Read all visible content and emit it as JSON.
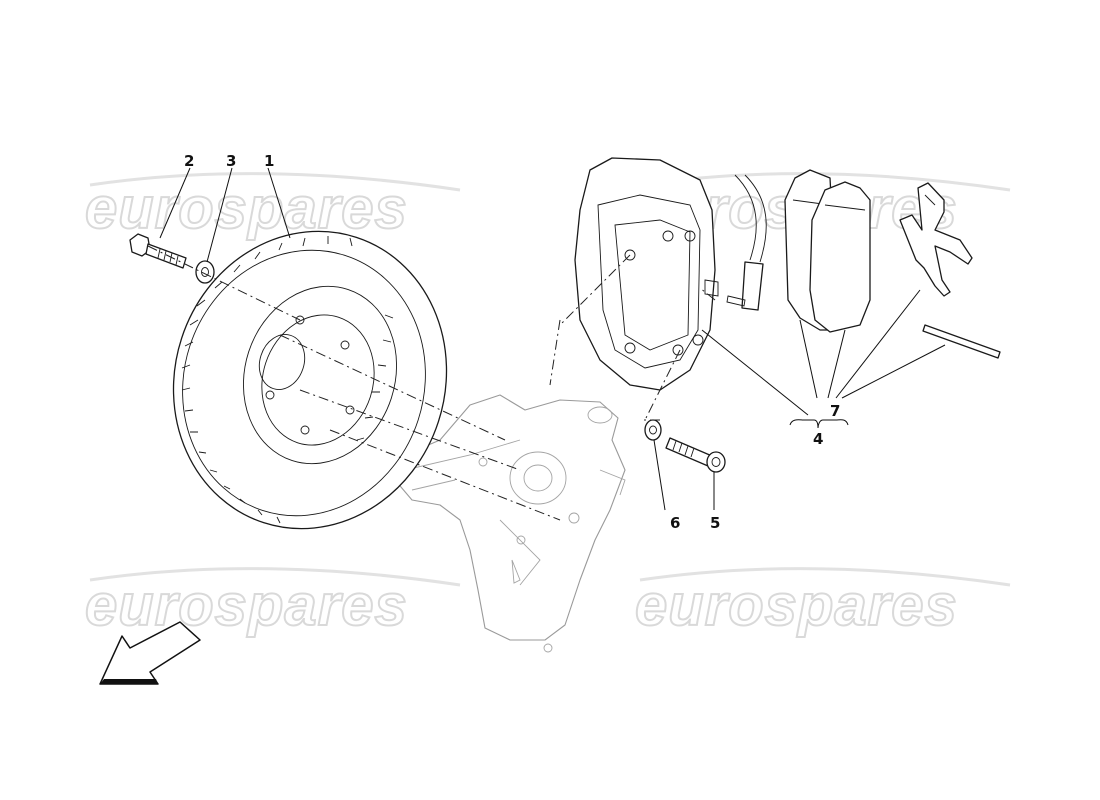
{
  "watermark": {
    "text": "eurospares"
  },
  "callouts": [
    {
      "id": "1",
      "text": "1"
    },
    {
      "id": "2",
      "text": "2"
    },
    {
      "id": "3",
      "text": "3"
    },
    {
      "id": "4",
      "text": "4"
    },
    {
      "id": "5",
      "text": "5"
    },
    {
      "id": "6",
      "text": "6"
    },
    {
      "id": "7",
      "text": "7"
    }
  ],
  "icons": {
    "direction_arrow": "direction-arrow-icon"
  },
  "colors": {
    "ink": "#1a1a1a",
    "ghost": "#9a9a9a",
    "watermark": "#d9d9d9",
    "background": "#ffffff"
  }
}
